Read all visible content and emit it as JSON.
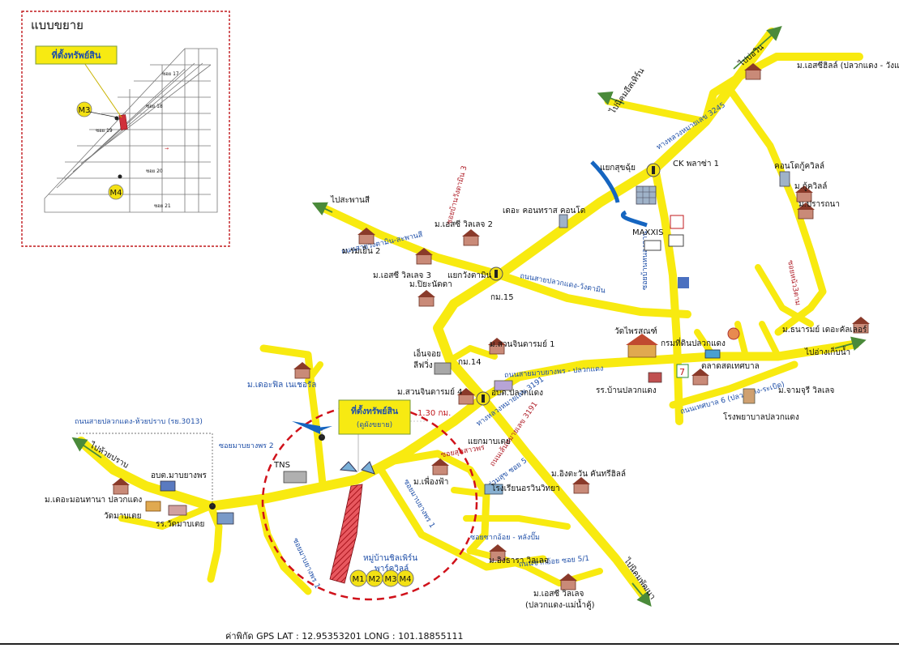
{
  "inset": {
    "title": "แบบขยาย",
    "property_label": "ที่ตั้งทรัพย์สิน",
    "soi_labels": [
      "ซอย 17",
      "ซอย 18",
      "ซอย 19",
      "ซอย 20",
      "ซอย 21"
    ],
    "marker_m3": "M3",
    "marker_m4": "M4"
  },
  "property_callout": {
    "title": "ที่ตั้งทรัพย์สิน",
    "subtitle": "(ดูผังขยาย)",
    "distance": "1.30 กม."
  },
  "project": {
    "name_line1": "หมู่บ้านชิลเพิร์น",
    "name_line2": "พาร์ควิลล์",
    "markers": [
      "M1",
      "M2",
      "M3",
      "M4"
    ]
  },
  "roads": {
    "r3245": "ทางหลวงหมายเลข 3245",
    "r3191": "ทางหลวงหมายเลข 3191",
    "wangtamin_sapansri": "ถนนสายวังตามิน-สะพานสี",
    "pluakdaeng_wangtamin": "ถนนสายปลวกแดง-วังตามิน",
    "mabyangporn_pluakdaeng": "ถนนสายมาบยางพร - ปลวกแดง",
    "pluakdaeng_huaiprab": "ถนนสายปลวกแดง-ห้วยปราบ (รย.3013)",
    "rd_3191_west": "ถนนเส้นหมายเลข 3191",
    "soi_mabyangporn2": "ซอยมาบยางพร 2",
    "soi_mabyangporn1": "ซอยมาบยางพร 1",
    "soi_mabyangporn_south": "ซอยมาบยางพร 1",
    "soi_sutrachapong": "ซอยสุดสาวพร",
    "soi_ruamsuk5": "ร่วมสุข ซอย 5",
    "soi_sakoi": "ซอยซากอ้อย - หลังปั๊ม",
    "rd_sakoi51": "ถนนซากอ้อย ซอย 5/1",
    "soi_wangtamin": "ซอยบ้านวังตามิน 3",
    "soi_bannong": "ซอยบ้านหนองดาน",
    "soi_tabot": "ซอยหนัว3ตาม",
    "soi_thailand6": "ถนนเทศบาล 6 (ปลวกแดง-ระเบิด)"
  },
  "directions": {
    "to_bo_win": "ไปบ่อวิน",
    "to_nikom": "ไปนิคมอีสเทิร์น",
    "to_sapansri": "ไปสะพานสี",
    "to_huaiprab": "ไปห้วยปราบ",
    "to_kaewgeng": "ไปอ่างเก็บน้ำ",
    "to_nikom_nongbon": "ไปนิคมพัฒนา"
  },
  "places": {
    "salaengchai": "แยกสุขฉุ้ย",
    "ck_plaza": "CK พลาซ่า 1",
    "maxxis": "MAXXIS",
    "the_condo": "เดอะ คอนทราส คอนโด",
    "condo_kukhu": "คอนโดกู้ควิลล์",
    "kukhuville": "ม.กู้ควิลล์",
    "prathana": "ม.ปรารถนา",
    "sc_ville_pluakdaeng": "ม.เอสซีฮิลล์ (ปลวกแดง - วังแขยง)",
    "sc_ville2": "ม.เอสซี วิลเลจ 2",
    "sc_ville3": "ม.เอสซี วิลเลจ 3",
    "romyen2": "ม.ร่มเย็น 2",
    "piyanut": "ม.ปิยะนัดดา",
    "wangtamin_junction": "แยกวังตามิน",
    "km15": "กม.15",
    "km14": "กม.14",
    "suanchindaram1": "ม.สวนจินดารมย์ 1",
    "suanchindaram4": "ม.สวนจินดารมย์ 4",
    "enjoy_living1": "เอ็นจอย",
    "enjoy_living2": "ลีฟวิ่ง",
    "wat_phraison": "วัดไพรสณฑ์",
    "land_office": "กรมที่ดินปลวกแดง",
    "market": "ตลาดสดเทศบาล",
    "school_pluakdaeng": "รร.บ้านปลวกแดง",
    "obt_pluakdaeng": "อบต.ปลวกแดง",
    "hospital": "โรงพยาบาลปลวกแดง",
    "chamjuri": "ม.จามจุรี วิลเลจ",
    "tanarom": "ม.ธนารมย์ เดอะคัลเลอร์",
    "the_fill": "ม.เดอะฟิล เนเชอรัล",
    "mab_yangporn_junction": "แยกมาบเตย",
    "pheungfah": "ม.เพื่องฟ้า",
    "wingsarot_school": "โรงเรียนอรวินวิทยา",
    "ingsaran": "ม.อิงตะวัน คันทรีฮิลล์",
    "ingtara": "ม.อิงธารา วิลเลจ",
    "sc_ville_maenamku1": "ม.เอสซี วิลเลจ",
    "sc_ville_maenamku2": "(ปลวกแดง-แม่น้ำคู้)",
    "tns": "TNS",
    "obt_mabyangporn": "อบต.มาบยางพร",
    "the_monthana": "ม.เดอะมอนทานา ปลวกแดง",
    "wat_mabtoey": "วัดมาบเตย",
    "school_mabtoey": "รร.วัดมาบเตย"
  },
  "gps": {
    "prefix": "ค่าพิกัด GPS",
    "lat_label": "LAT :",
    "lat": "12.95353201",
    "long_label": "LONG :",
    "long": "101.18855111"
  },
  "colors": {
    "road": "#f8ea10",
    "road_edge": "#d9c700",
    "arrow": "#4a8a3a",
    "marker_fill": "#f3e114",
    "circle": "#d0121b",
    "property": "#d0303a",
    "callout_blue": "#1565c0"
  }
}
